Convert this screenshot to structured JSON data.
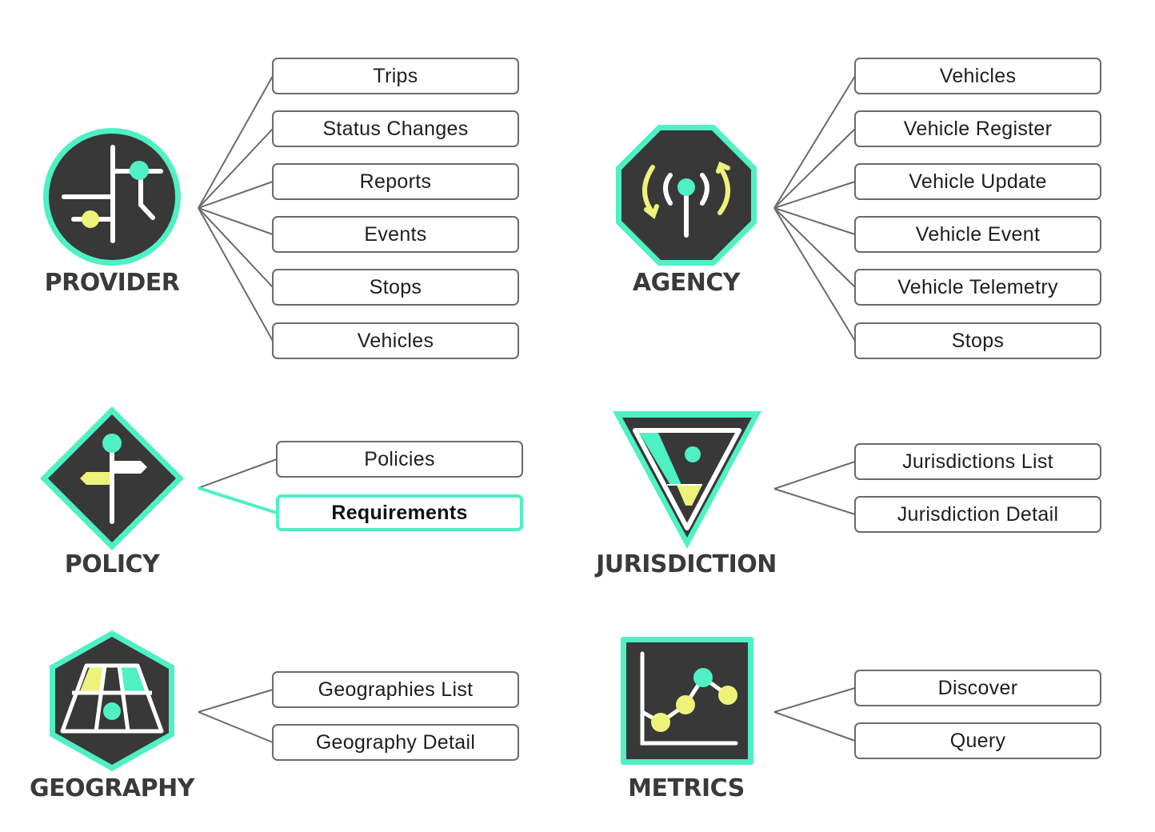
{
  "colors": {
    "accent": "#4ef0c4",
    "highlight_yellow": "#eef27a",
    "icon_background": "#383838",
    "connector": "#6b6b6b",
    "label_text": "#3a3a3a"
  },
  "categories": [
    {
      "id": "provider",
      "label": "PROVIDER",
      "icon": "provider-street-network-icon",
      "endpoints": [
        {
          "label": "Trips",
          "active": false
        },
        {
          "label": "Status Changes",
          "active": false
        },
        {
          "label": "Reports",
          "active": false
        },
        {
          "label": "Events",
          "active": false
        },
        {
          "label": "Stops",
          "active": false
        },
        {
          "label": "Vehicles",
          "active": false
        }
      ]
    },
    {
      "id": "agency",
      "label": "AGENCY",
      "icon": "agency-antenna-icon",
      "endpoints": [
        {
          "label": "Vehicles",
          "active": false
        },
        {
          "label": "Vehicle Register",
          "active": false
        },
        {
          "label": "Vehicle Update",
          "active": false
        },
        {
          "label": "Vehicle Event",
          "active": false
        },
        {
          "label": "Vehicle Telemetry",
          "active": false
        },
        {
          "label": "Stops",
          "active": false
        }
      ]
    },
    {
      "id": "policy",
      "label": "POLICY",
      "icon": "policy-signpost-icon",
      "endpoints": [
        {
          "label": "Policies",
          "active": false
        },
        {
          "label": "Requirements",
          "active": true
        }
      ]
    },
    {
      "id": "jurisdiction",
      "label": "JURISDICTION",
      "icon": "jurisdiction-triangle-icon",
      "endpoints": [
        {
          "label": "Jurisdictions List",
          "active": false
        },
        {
          "label": "Jurisdiction Detail",
          "active": false
        }
      ]
    },
    {
      "id": "geography",
      "label": "GEOGRAPHY",
      "icon": "geography-map-grid-icon",
      "endpoints": [
        {
          "label": "Geographies List",
          "active": false
        },
        {
          "label": "Geography Detail",
          "active": false
        }
      ]
    },
    {
      "id": "metrics",
      "label": "METRICS",
      "icon": "metrics-line-chart-icon",
      "endpoints": [
        {
          "label": "Discover",
          "active": false
        },
        {
          "label": "Query",
          "active": false
        }
      ]
    }
  ]
}
